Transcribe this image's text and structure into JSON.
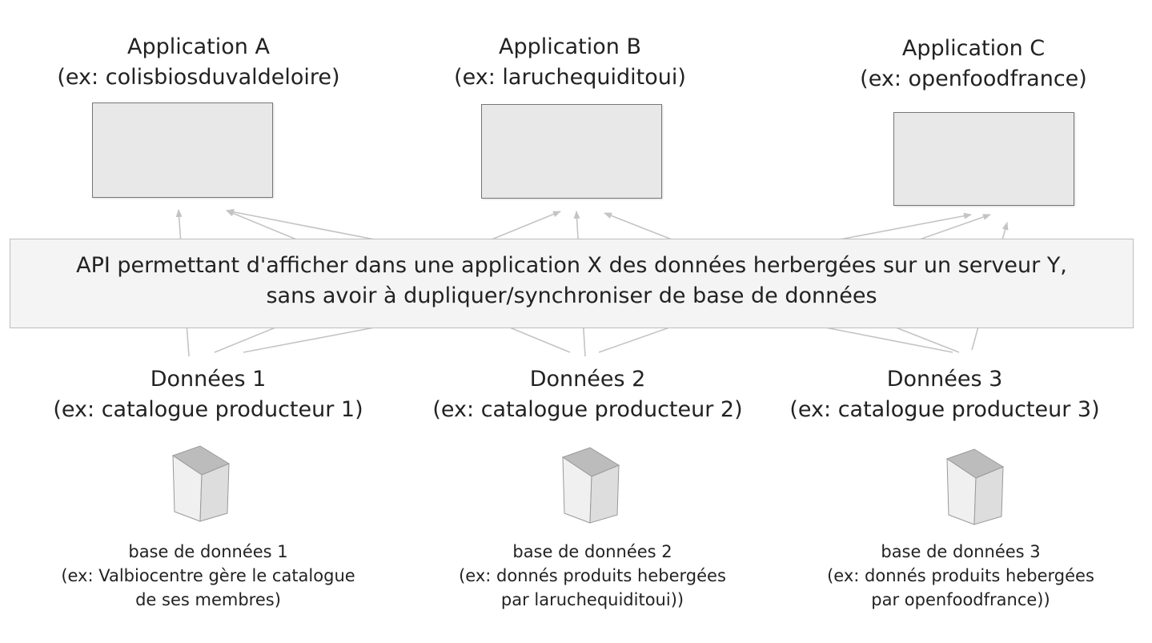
{
  "applications": [
    {
      "name": "Application A",
      "example": "(ex: colisbiosduvaldeloire)"
    },
    {
      "name": "Application B",
      "example": "(ex: laruchequiditoui)"
    },
    {
      "name": "Application C",
      "example": "(ex: openfoodfrance)"
    }
  ],
  "api": {
    "line1": "API permettant d'afficher dans une application X des données herbergées sur un serveur Y,",
    "line2": "sans avoir à dupliquer/synchroniser de base de données"
  },
  "data_sources": [
    {
      "name": "Données 1",
      "example": "(ex: catalogue producteur 1)"
    },
    {
      "name": "Données 2",
      "example": "(ex: catalogue producteur 2)"
    },
    {
      "name": "Données 3",
      "example": "(ex: catalogue producteur 3)"
    }
  ],
  "databases": [
    {
      "line1": "base de données 1",
      "line2": "(ex: Valbiocentre gère le catalogue",
      "line3": "de ses membres)"
    },
    {
      "line1": "base de données 2",
      "line2": "(ex: donnés produits hebergées",
      "line3": "par laruchequiditoui))"
    },
    {
      "line1": "base de données 3",
      "line2": "(ex: donnés produits hebergées",
      "line3": "par openfoodfrance))"
    }
  ],
  "colors": {
    "arrow": "#c4c4c4",
    "box_fill": "#e8e8e8",
    "band_fill": "#f4f4f4"
  }
}
